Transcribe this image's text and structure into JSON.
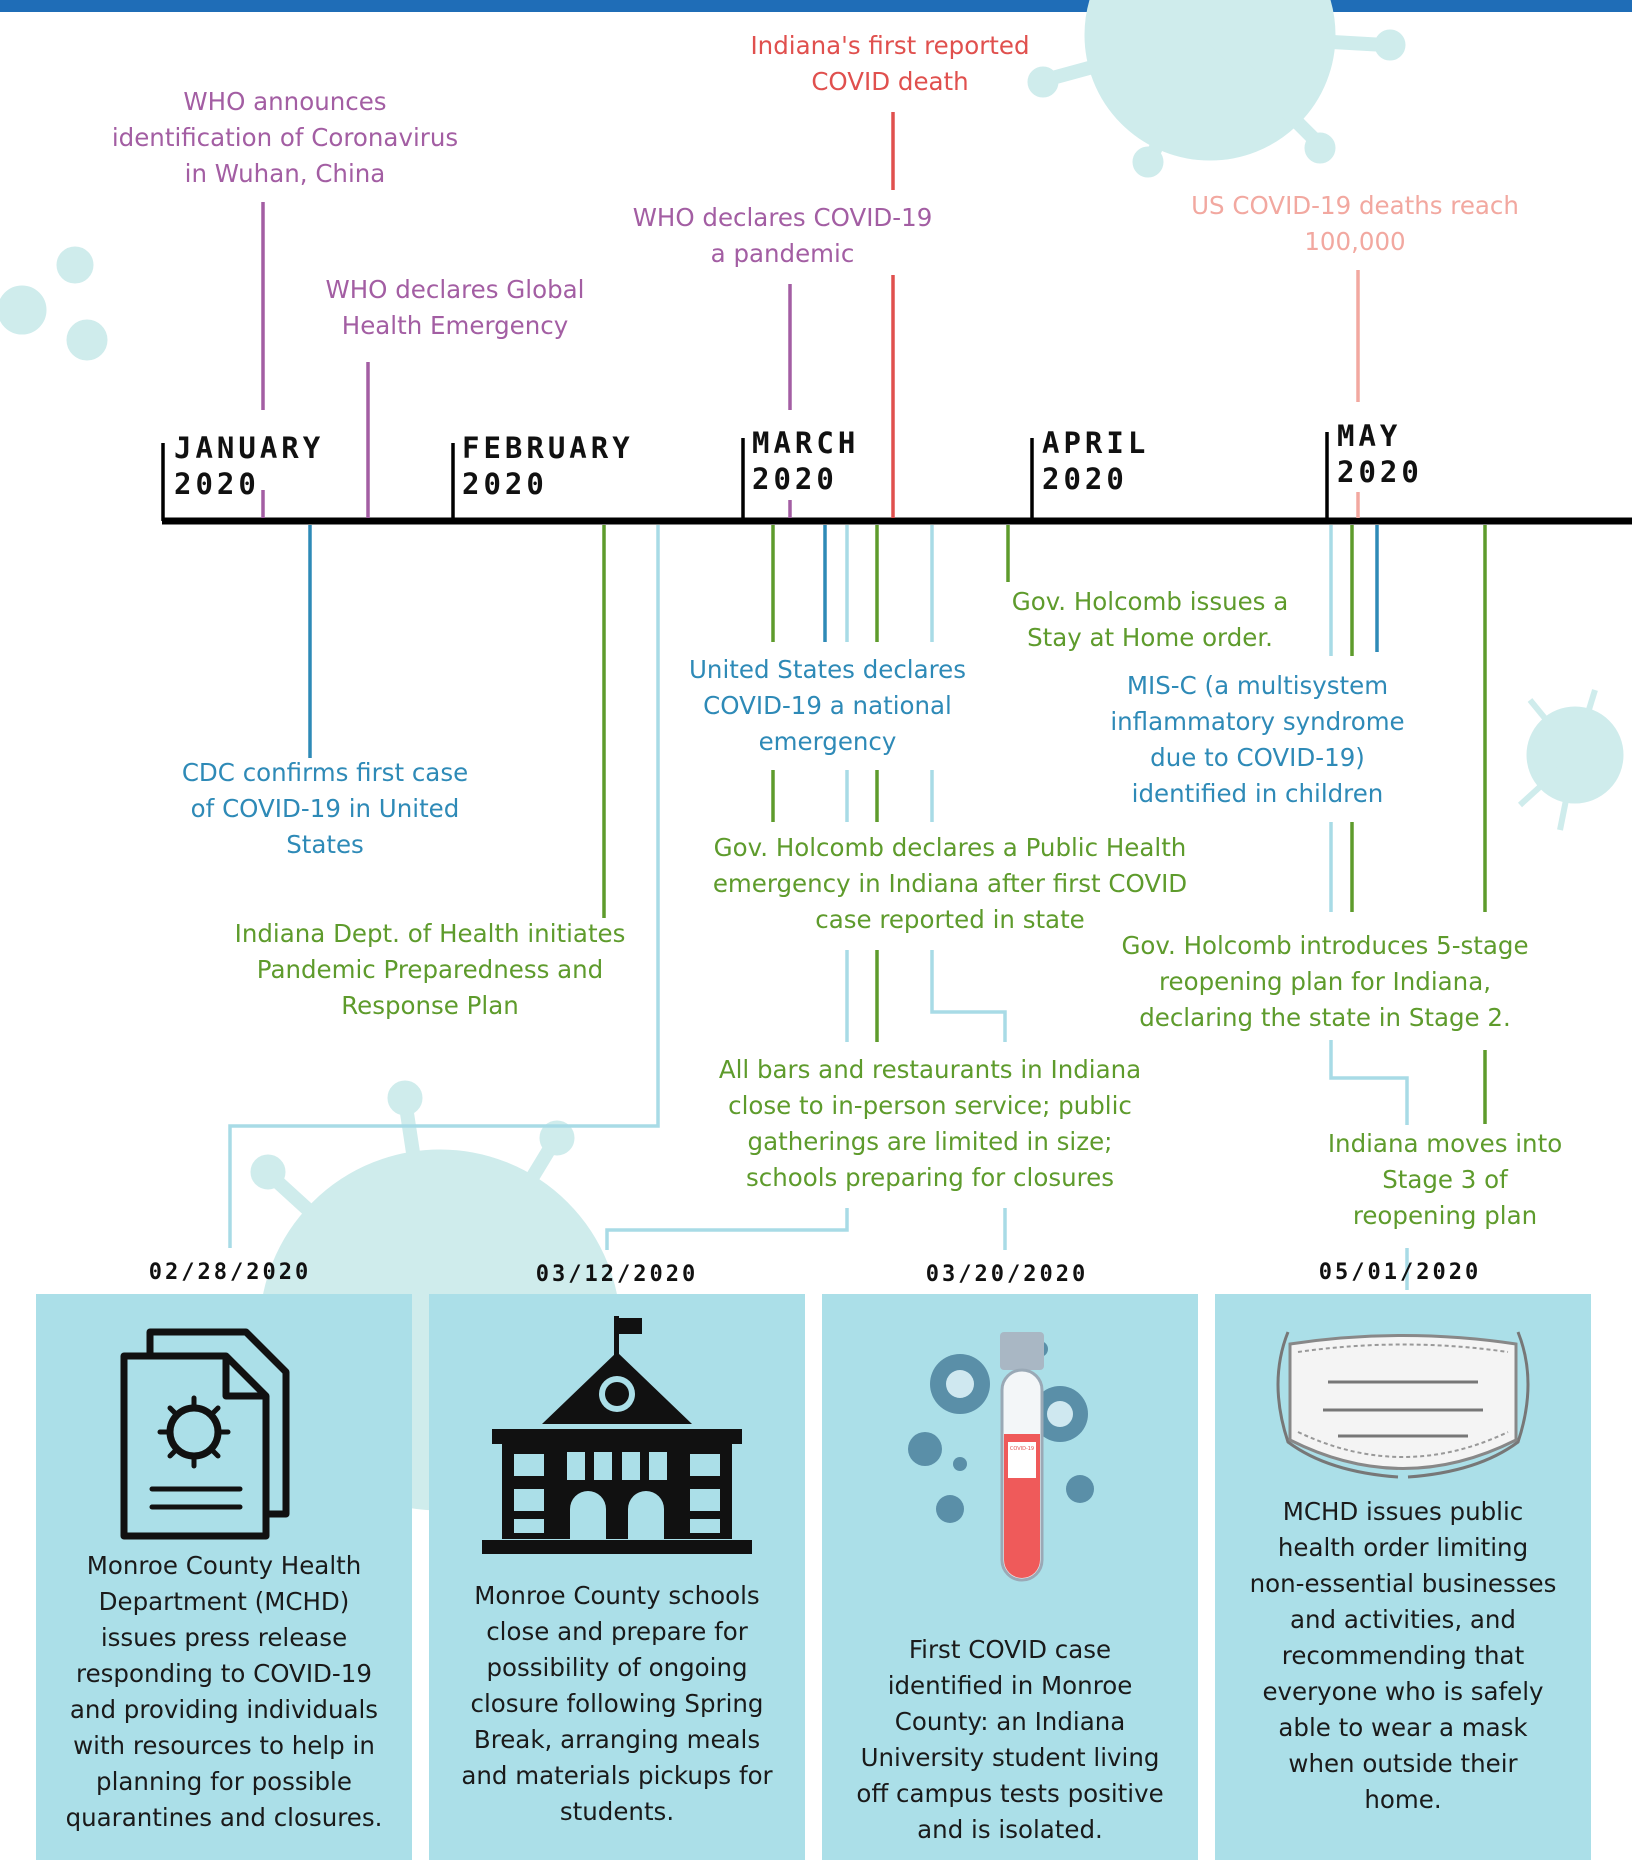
{
  "months": [
    {
      "name": "JANUARY",
      "year": "2020"
    },
    {
      "name": "FEBRUARY",
      "year": "2020"
    },
    {
      "name": "MARCH",
      "year": "2020"
    },
    {
      "name": "APRIL",
      "year": "2020"
    },
    {
      "name": "MAY",
      "year": "2020"
    }
  ],
  "events_above": {
    "who_identification": [
      "WHO announces",
      "identification of Coronavirus",
      "in Wuhan, China"
    ],
    "who_global_emergency": [
      "WHO declares Global",
      "Health Emergency"
    ],
    "who_pandemic": [
      "WHO declares COVID-19",
      "a pandemic"
    ],
    "indiana_first_death": [
      "Indiana's first reported",
      "COVID death"
    ],
    "us_deaths_100k": [
      "US COVID-19 deaths reach",
      "100,000"
    ]
  },
  "events_below": {
    "cdc_first_case": [
      "CDC confirms first case",
      "of COVID-19 in United",
      "States"
    ],
    "idh_plan": [
      "Indiana Dept. of Health initiates",
      "Pandemic Preparedness and",
      "Response Plan"
    ],
    "us_national_emergency": [
      "United States declares",
      "COVID-19 a national",
      "emergency"
    ],
    "stay_at_home": [
      "Gov. Holcomb issues a",
      "Stay at Home order."
    ],
    "misc": [
      "MIS-C (a multisystem",
      "inflammatory syndrome",
      "due to COVID-19)",
      "identified in children"
    ],
    "public_health_emergency": [
      "Gov. Holcomb declares a Public Health",
      "emergency in Indiana after first COVID",
      "case reported in state"
    ],
    "reopening_plan": [
      "Gov. Holcomb introduces 5-stage",
      "reopening plan for Indiana,",
      "declaring the state in Stage 2."
    ],
    "bars_restaurants": [
      "All bars and restaurants in Indiana",
      "close to in-person service; public",
      "gatherings are limited in size;",
      "schools preparing for closures"
    ],
    "stage3": [
      "Indiana moves into",
      "Stage 3 of",
      "reopening plan"
    ]
  },
  "cards": [
    {
      "date": "02/28/2020",
      "icon": "document-virus-icon",
      "text": [
        "Monroe County Health",
        "Department (MCHD)",
        "issues press release",
        "responding to COVID-19",
        "and providing individuals",
        "with resources to help in",
        "planning for possible",
        "quarantines and closures."
      ]
    },
    {
      "date": "03/12/2020",
      "icon": "school-building-icon",
      "text": [
        "Monroe County schools",
        "close and prepare for",
        "possibility of ongoing",
        "closure following Spring",
        "Break, arranging meals",
        "and materials pickups for",
        "students."
      ]
    },
    {
      "date": "03/20/2020",
      "icon": "test-tube-virus-icon",
      "text": [
        "First COVID case",
        "identified in Monroe",
        "County: an Indiana",
        "University student living",
        "off campus tests positive",
        "and is isolated."
      ]
    },
    {
      "date": "05/01/2020",
      "icon": "face-mask-icon",
      "text": [
        "MCHD issues public",
        "health order limiting",
        "non-essential businesses",
        "and activities, and",
        "recommending that",
        "everyone who is safely",
        "able to wear a mask",
        "when outside their",
        "home."
      ]
    }
  ],
  "colors": {
    "who": "#a35ea3",
    "death": "#e0504e",
    "us_deaths": "#f2a8a0",
    "national": "#2e8ab7",
    "state": "#5e9b2c",
    "local": "#abdfe8",
    "virus": "#cdecec",
    "banner": "#1f6db7"
  }
}
